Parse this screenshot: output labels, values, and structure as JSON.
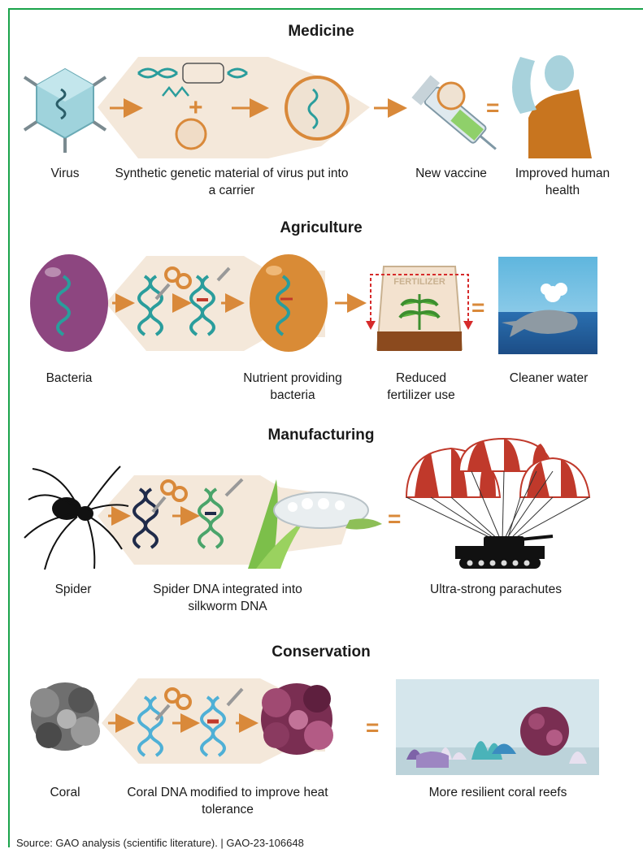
{
  "sections": {
    "medicine": {
      "title": "Medicine",
      "labels": {
        "virus": "Virus",
        "synthetic": "Synthetic genetic material of virus put into a carrier",
        "vaccine": "New vaccine",
        "health": "Improved human health"
      }
    },
    "agriculture": {
      "title": "Agriculture",
      "labels": {
        "bacteria": "Bacteria",
        "nutrient": "Nutrient providing bacteria",
        "fertilizer": "Reduced fertilizer use",
        "water": "Cleaner water"
      },
      "bag_text": "FERTILIZER"
    },
    "manufacturing": {
      "title": "Manufacturing",
      "labels": {
        "spider": "Spider",
        "integrated": "Spider DNA integrated into silkworm DNA",
        "parachutes": "Ultra-strong parachutes"
      }
    },
    "conservation": {
      "title": "Conservation",
      "labels": {
        "coral": "Coral",
        "modified": "Coral DNA modified to improve heat tolerance",
        "reefs": "More resilient coral reefs"
      }
    }
  },
  "source": "Source: GAO analysis (scientific literature). | GAO-23-106648",
  "colors": {
    "arrow": "#d9893a",
    "band": "#f4e8da",
    "frame": "#1aa34a",
    "dna_teal": "#2a9d9c",
    "dna_red": "#c0392b"
  },
  "icons": [
    "virus-icon",
    "dna-icon",
    "carrier-icon",
    "syringe-icon",
    "human-icon",
    "bacteria-icon",
    "scissors-icon",
    "fertilizer-bag-icon",
    "whale-icon",
    "spider-icon",
    "silkworm-icon",
    "parachute-icon",
    "tank-icon",
    "coral-icon",
    "reef-icon"
  ]
}
